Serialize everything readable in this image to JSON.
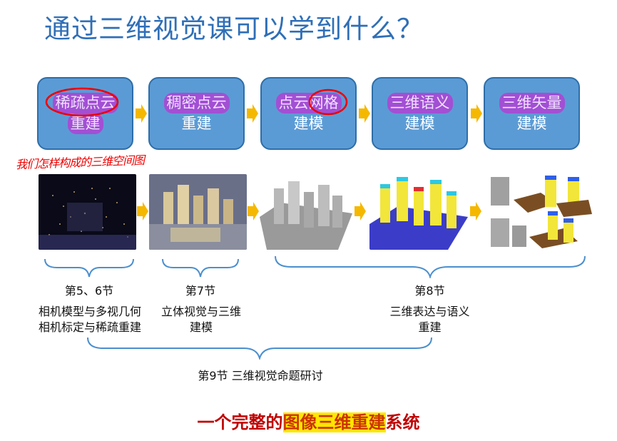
{
  "title": "通过三维视觉课可以学到什么？",
  "pipeline": [
    {
      "line1": "稀疏点云",
      "line2": "重建"
    },
    {
      "line1": "稠密点云",
      "line2": "重建"
    },
    {
      "line1": "点云网格",
      "line2": "建模"
    },
    {
      "line1": "三维语义",
      "line2": "建模"
    },
    {
      "line1": "三维矢量",
      "line2": "建模"
    }
  ],
  "handwritten_note": "我们怎样构成的三维空间图",
  "sections": {
    "s56": {
      "title": "第5、6节",
      "line1": "相机模型与多视几何",
      "line2": "相机标定与稀疏重建"
    },
    "s7": {
      "title": "第7节",
      "line1": "立体视觉与三维",
      "line2": "建模"
    },
    "s8": {
      "title": "第8节",
      "line1": "三维表达与语义",
      "line2": "重建"
    },
    "s9": {
      "title": "第9节  三维视觉命题研讨"
    }
  },
  "footer": {
    "part1": "一个完整的",
    "part2": "图像三维重建",
    "part3": "系统"
  },
  "colors": {
    "title": "#2f6fb7",
    "box": "#5b9bd5",
    "arrow": "#f5b800",
    "brace": "#4b8fce",
    "footer": "#c00000",
    "highlight": "#a24fd4"
  }
}
